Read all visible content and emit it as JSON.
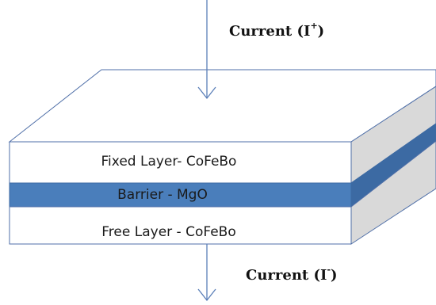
{
  "current_in": {
    "text": "Current (I",
    "sign": "+",
    "close": ")"
  },
  "current_out": {
    "text": "Current (I",
    "sign": "-",
    "close": ")"
  },
  "layers": {
    "fixed": "Fixed Layer- CoFeBo",
    "barrier": "Barrier - MgO",
    "free": "Free Layer - CoFeBo"
  },
  "colors": {
    "barrier_fill": "#4a7ebb",
    "barrier_side": "#3c6aa3",
    "side_face": "#d9d9d9",
    "outline": "#4f6fa8",
    "arrow": "#5b7fb8",
    "top_face": "#ffffff"
  }
}
